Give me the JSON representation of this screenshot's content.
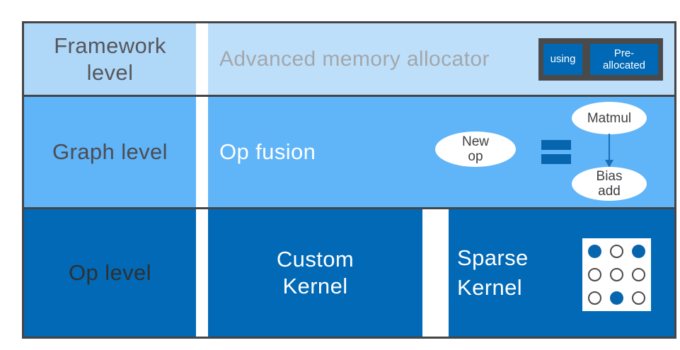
{
  "diagram": {
    "framework_row": {
      "label_line1": "Framework",
      "label_line2": "level",
      "feature": "Advanced memory allocator",
      "chip_using": "using",
      "chip_pre_line1": "Pre-",
      "chip_pre_line2": "allocated"
    },
    "graph_row": {
      "label": "Graph level",
      "feature": "Op fusion",
      "new_op_line1": "New",
      "new_op_line2": "op",
      "matmul": "Matmul",
      "bias_line1": "Bias",
      "bias_line2": "add"
    },
    "op_row": {
      "label": "Op level",
      "custom_line1": "Custom",
      "custom_line2": "Kernel",
      "sparse_line1": "Sparse",
      "sparse_line2": "Kernel",
      "dot_grid_pattern": [
        [
          1,
          0,
          1
        ],
        [
          0,
          0,
          0
        ],
        [
          0,
          1,
          0
        ]
      ]
    },
    "colors": {
      "framework_label_bg": "#afd7f8",
      "framework_panel_bg": "#bedffa",
      "graph_bg": "#60b4f8",
      "op_bg": "#0169b5",
      "border_gray": "#454545",
      "chip_container_gray": "#4a4a4b",
      "chip_blue": "#0068b4",
      "accent_blue": "#0765ae",
      "arrow_blue": "#1b6fb8",
      "allocator_text_gray": "#a2a7ab"
    }
  }
}
